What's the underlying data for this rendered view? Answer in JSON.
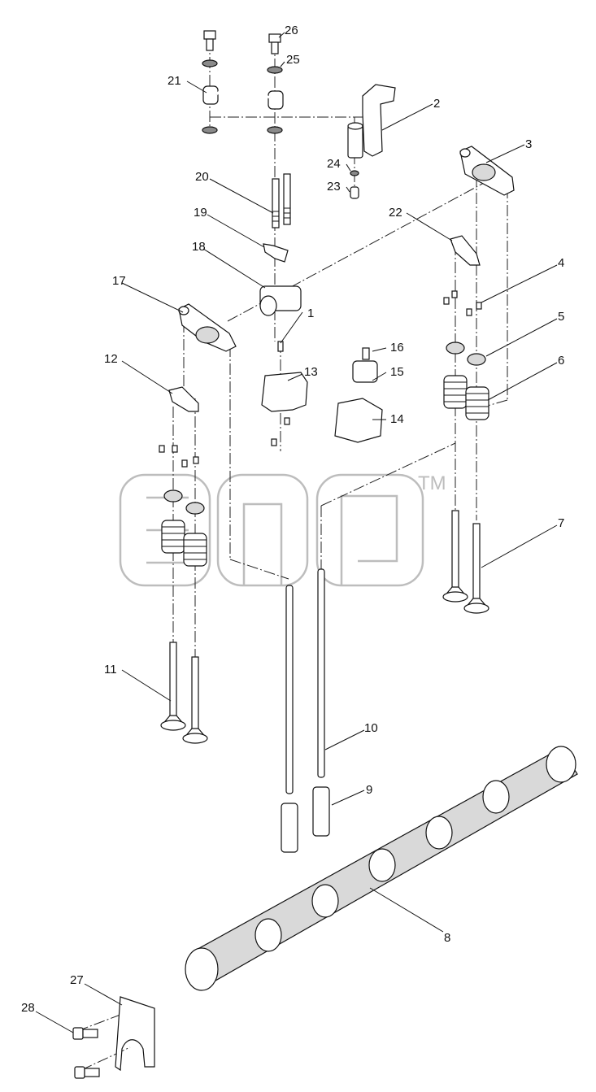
{
  "diagram": {
    "watermark": {
      "text": "ЭПФ",
      "trademark": "TM"
    },
    "callouts": [
      "1",
      "2",
      "3",
      "4",
      "5",
      "6",
      "7",
      "8",
      "9",
      "10",
      "11",
      "12",
      "13",
      "14",
      "15",
      "16",
      "17",
      "18",
      "19",
      "20",
      "21",
      "22",
      "23",
      "24",
      "25",
      "26",
      "27",
      "28"
    ]
  }
}
